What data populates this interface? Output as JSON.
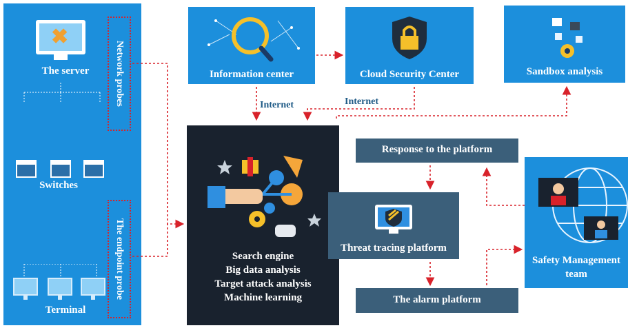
{
  "left_panel": {
    "server_label": "The server",
    "switches_label": "Switches",
    "terminal_label": "Terminal",
    "network_probes": "Network probes",
    "endpoint_probe": "The endpoint probe"
  },
  "top": {
    "information_center": "Information center",
    "cloud_security_center": "Cloud Security Center",
    "sandbox_analysis": "Sandbox analysis"
  },
  "edges": {
    "internet_left": "Internet",
    "internet_right": "Internet"
  },
  "core": {
    "lines": [
      "Search engine",
      "Big data analysis",
      "Target attack analysis",
      "Machine learning"
    ]
  },
  "flow": {
    "response": "Response to the platform",
    "threat": "Threat tracing platform",
    "alarm": "The alarm platform"
  },
  "team": {
    "label": "Safety Management team"
  },
  "colors": {
    "blue_box": "#1c8fdc",
    "dark_box": "#19222e",
    "slate_box": "#3b5f7a",
    "arrow": "#d8222a",
    "edge_label": "#1e5a86"
  }
}
